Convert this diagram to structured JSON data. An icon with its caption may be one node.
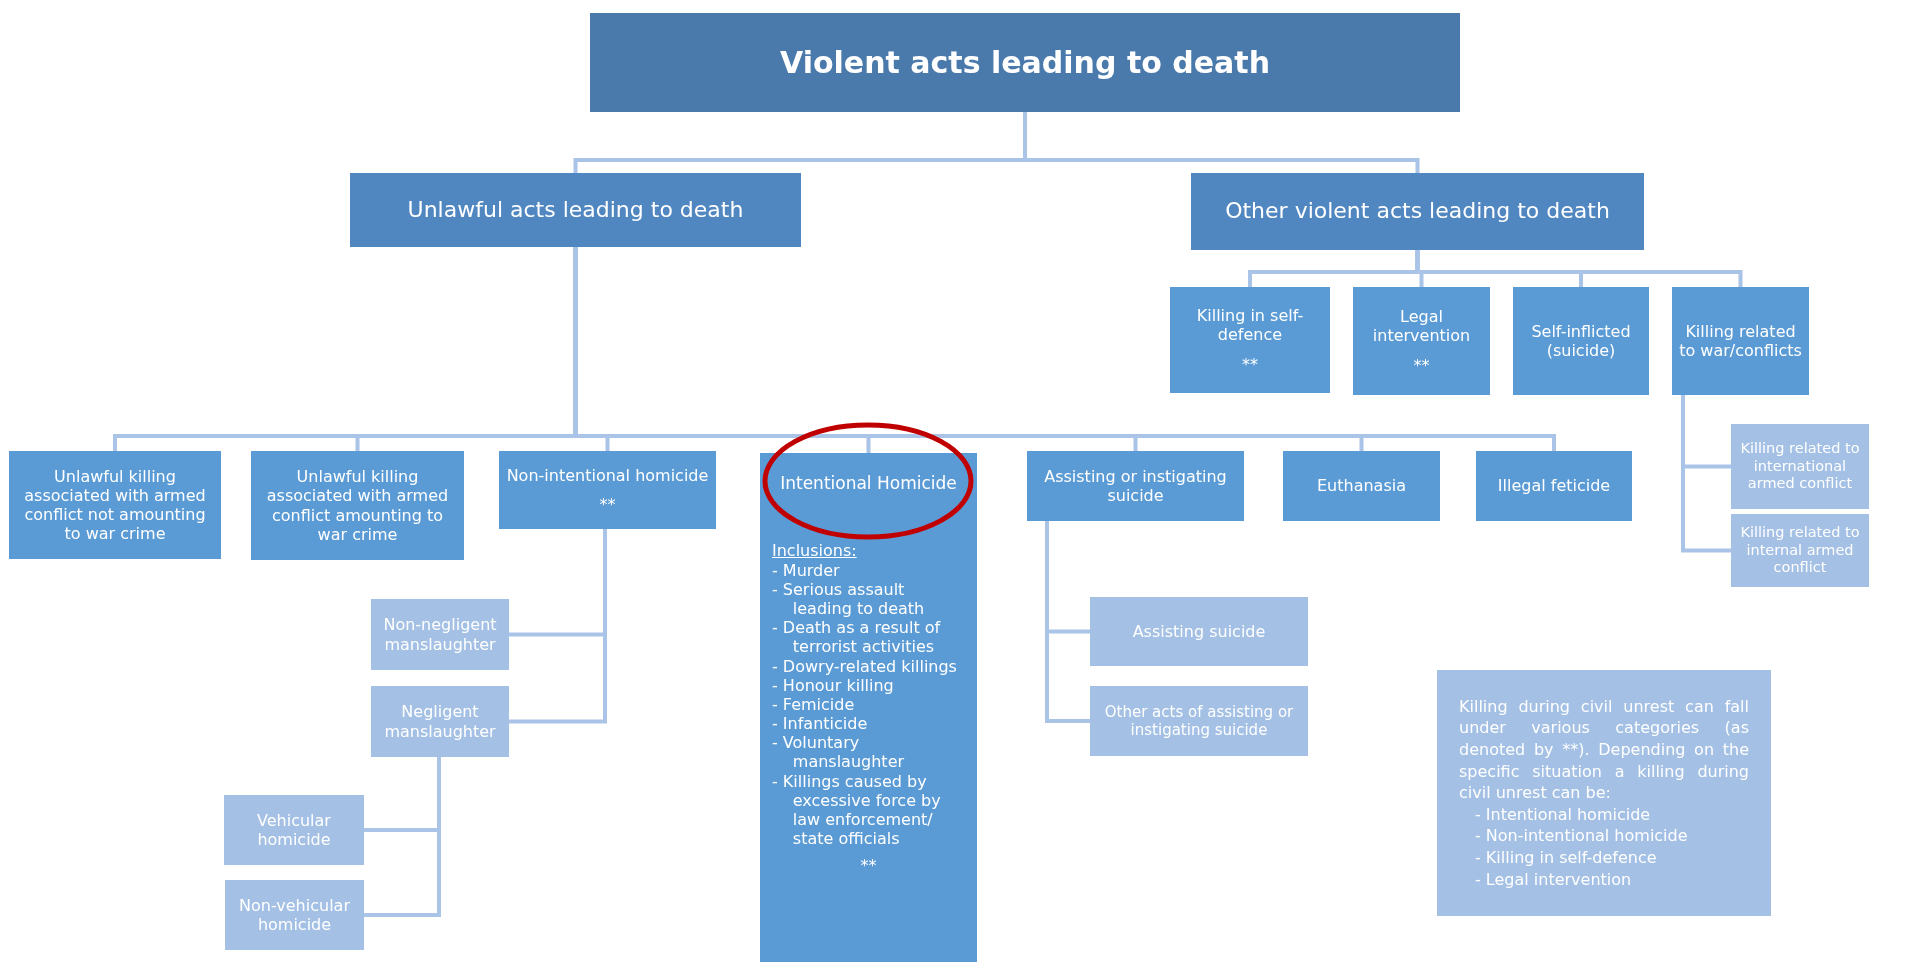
{
  "diagram": {
    "nodes": [
      {
        "text": [
          "Violent acts leading to death"
        ]
      },
      {
        "text": [
          "Unlawful acts leading to death"
        ]
      },
      {
        "text": [
          "Other violent acts leading to death"
        ]
      },
      {
        "text": [
          "Killing in self-defence",
          "**"
        ]
      },
      {
        "text": [
          "Legal intervention",
          "**"
        ]
      },
      {
        "text": [
          "Self-inflicted (suicide)"
        ]
      },
      {
        "text": [
          "Killing related to war/conflicts"
        ]
      },
      {
        "text": [
          "Killing related to international armed conflict"
        ]
      },
      {
        "text": [
          "Killing related to internal armed conflict"
        ]
      },
      {
        "text": [
          "Unlawful killing associated with armed conflict not amounting to war crime"
        ]
      },
      {
        "text": [
          "Unlawful killing associated with armed conflict amounting to war crime"
        ]
      },
      {
        "text": [
          "Non-intentional homicide",
          "**"
        ]
      },
      {
        "text": [
          "Non-negligent manslaughter"
        ]
      },
      {
        "text": [
          "Negligent manslaughter"
        ]
      },
      {
        "text": [
          "Vehicular homicide"
        ]
      },
      {
        "text": [
          "Non-vehicular homicide"
        ]
      },
      {
        "text": [
          "Intentional Homicide",
          "Inclusions:",
          "- Murder",
          "- Serious assault leading to death",
          "- Death as a result of terrorist activities",
          "- Dowry-related killings",
          "- Honour killing",
          "- Femicide",
          "- Infanticide",
          "- Voluntary manslaughter",
          "- Killings caused by excessive force by law enforcement/ state officials",
          "**"
        ]
      },
      {
        "text": [
          "Assisting or instigating suicide"
        ]
      },
      {
        "text": [
          "Euthanasia"
        ]
      },
      {
        "text": [
          "Illegal feticide"
        ]
      },
      {
        "text": [
          "Assisting suicide"
        ]
      },
      {
        "text": [
          "Other acts of assisting or instigating suicide"
        ]
      },
      {
        "text": [
          "Killing during civil unrest can fall under various categories (as denoted by **). Depending on the specific situation a killing during civil unrest can be:",
          "- Intentional homicide",
          "- Non-intentional homicide",
          "- Killing in self-defence",
          "- Legal intervention"
        ]
      }
    ],
    "edges": [
      {
        "from": 0,
        "to": 1,
        "arrow": "none"
      },
      {
        "from": 0,
        "to": 2,
        "arrow": "none"
      },
      {
        "from": 2,
        "to": 3,
        "arrow": "none"
      },
      {
        "from": 2,
        "to": 4,
        "arrow": "none"
      },
      {
        "from": 2,
        "to": 5,
        "arrow": "none"
      },
      {
        "from": 2,
        "to": 6,
        "arrow": "none"
      },
      {
        "from": 6,
        "to": 7,
        "arrow": "none"
      },
      {
        "from": 6,
        "to": 8,
        "arrow": "none"
      },
      {
        "from": 1,
        "to": 9,
        "arrow": "none"
      },
      {
        "from": 1,
        "to": 10,
        "arrow": "none"
      },
      {
        "from": 1,
        "to": 11,
        "arrow": "none"
      },
      {
        "from": 1,
        "to": 16,
        "arrow": "none"
      },
      {
        "from": 1,
        "to": 17,
        "arrow": "none"
      },
      {
        "from": 1,
        "to": 18,
        "arrow": "none"
      },
      {
        "from": 1,
        "to": 19,
        "arrow": "none"
      },
      {
        "from": 11,
        "to": 12,
        "arrow": "none"
      },
      {
        "from": 11,
        "to": 13,
        "arrow": "none"
      },
      {
        "from": 13,
        "to": 14,
        "arrow": "none"
      },
      {
        "from": 13,
        "to": 15,
        "arrow": "none"
      },
      {
        "from": 17,
        "to": 20,
        "arrow": "none"
      },
      {
        "from": 17,
        "to": 21,
        "arrow": "none"
      }
    ]
  }
}
